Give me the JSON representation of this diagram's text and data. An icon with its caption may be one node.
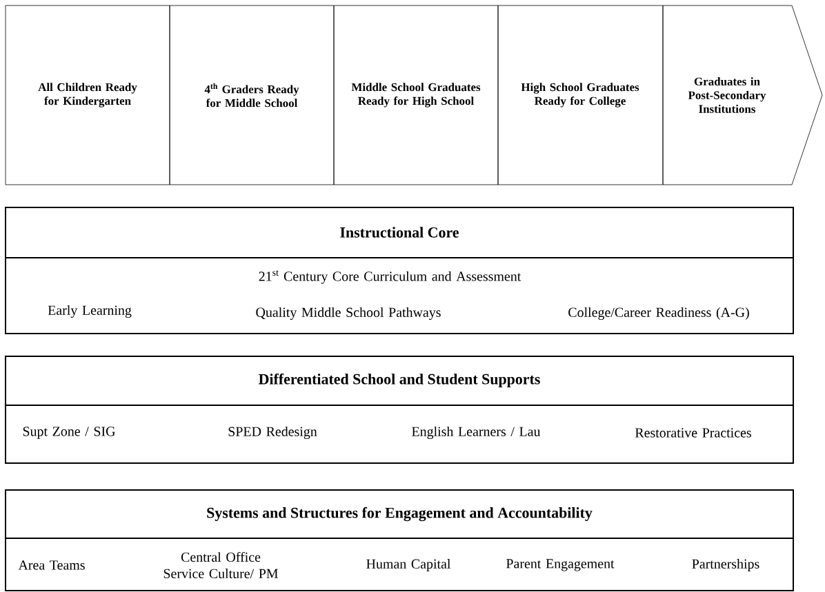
{
  "diagram": {
    "nodes": [
      {
        "text": [
          "All Children Ready for Kindergarten"
        ]
      },
      {
        "text": [
          "4$^{th}$ Graders Ready for Middle School"
        ]
      },
      {
        "text": [
          "Middle School Graduates Ready for High School"
        ]
      },
      {
        "text": [
          "High School Graduates Ready for College"
        ]
      },
      {
        "text": [
          "Graduates in Post-Secondary Institutions"
        ]
      },
      {
        "text": [
          "Instructional Core",
          "21$^{st}$ Century Core Curriculum and Assessment",
          "Early Learning",
          "Quality Middle School Pathways",
          "College/Career Readiness (A-G)"
        ]
      },
      {
        "text": [
          "Differentiated School and Student Supports",
          "Supt Zone / SIG",
          "SPED Redesign",
          "English Learners / Lau",
          "Restorative Practices"
        ]
      },
      {
        "text": [
          "Systems and Structures for Engagement and Accountability",
          "Area Teams",
          "Central Office Service Culture/ PM",
          "Human Capital",
          "Parent Engagement",
          "Partnerships"
        ]
      }
    ],
    "edges": []
  }
}
